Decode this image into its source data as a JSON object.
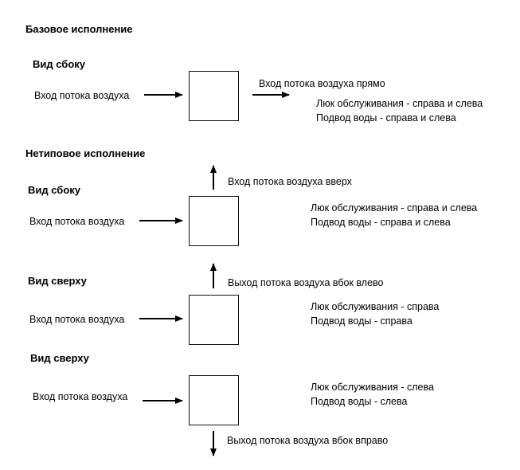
{
  "section_base": "Базовое исполнение",
  "section_custom": "Нетиповое исполнение",
  "blocks": [
    {
      "heading": "Вид сбоку",
      "inlet": "Вход потока воздуха",
      "outlet": "Вход потока воздуха прямо",
      "hatch": "Люк обслуживания - справа и слева",
      "water": "Подвод воды - справа и слева"
    },
    {
      "heading": "Вид сбоку",
      "inlet": "Вход потока воздуха",
      "outlet": "Вход потока воздуха вверх",
      "hatch": "Люк обслуживания - справа и слева",
      "water": "Подвод воды - справа и слева"
    },
    {
      "heading": "Вид сверху",
      "inlet": "Вход потока воздуха",
      "outlet": "Выход потока воздуха вбок влево",
      "hatch": "Люк обслуживания - справа",
      "water": "Подвод воды - справа"
    },
    {
      "heading": "Вид сверху",
      "inlet": "Вход потока воздуха",
      "outlet": "Выход потока воздуха вбок вправо",
      "hatch": "Люк обслуживания - слева",
      "water": "Подвод воды - слева"
    }
  ]
}
